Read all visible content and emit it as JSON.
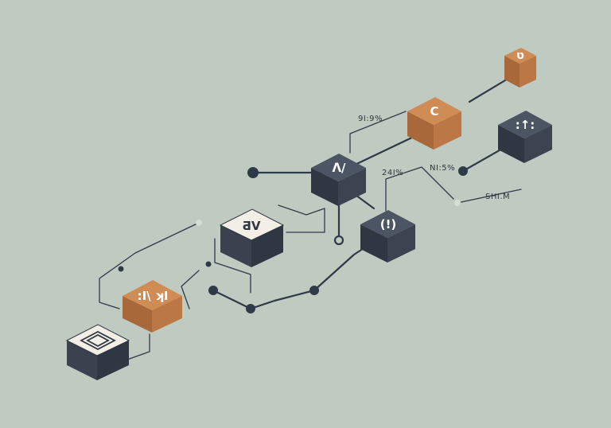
{
  "colors": {
    "background": "#bfcbc0",
    "line": "#2f3a48",
    "dark_top": "#4b5563",
    "dark_left": "#2f3742",
    "dark_right": "#3b4450",
    "orange_top": "#d08c55",
    "orange_left": "#a9683a",
    "orange_right": "#bb7846",
    "light_top": "#f3efe6",
    "light_left": "#3a4250",
    "light_right": "#2f3742"
  },
  "labels": {
    "label_1": "9I:9%",
    "label_2": "24I%",
    "label_3": "NI:5%",
    "label_4": "SHI.M"
  },
  "blocks": {
    "orange_small_glyph": "ט",
    "orange_upper_glyph": "C",
    "dark_top_right_glyph": ":↑:",
    "dark_center_glyph": "ᐱ/",
    "dark_hub_glyph": "(!)",
    "light_mid_glyph": "ƋV",
    "orange_lower_glyph": ":I\\ ʞI",
    "light_bottom_icon": "nested-square-icon"
  }
}
